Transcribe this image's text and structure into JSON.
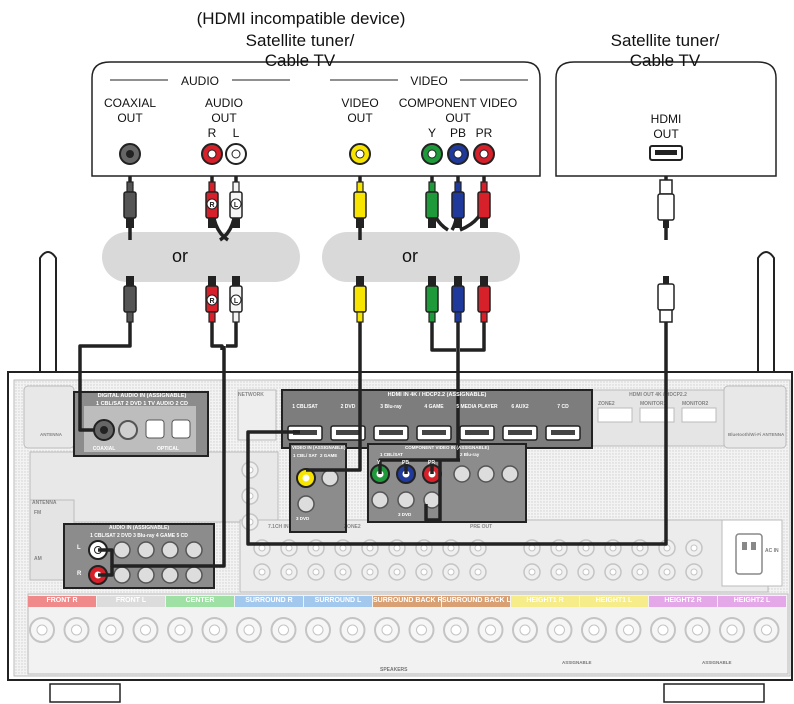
{
  "device_left": {
    "caption": "(HDMI incompatible device)",
    "title_line1": "Satellite tuner/",
    "title_line2": "Cable TV",
    "audio_group": "AUDIO",
    "video_group": "VIDEO",
    "coaxial_out_line1": "COAXIAL",
    "coaxial_out_line2": "OUT",
    "audio_out_line1": "AUDIO",
    "audio_out_line2": "OUT",
    "r": "R",
    "l": "L",
    "video_out_line1": "VIDEO",
    "video_out_line2": "OUT",
    "component_out_line1": "COMPONENT VIDEO",
    "component_out_line2": "OUT",
    "y": "Y",
    "pb": "PB",
    "pr": "PR"
  },
  "device_right": {
    "title_line1": "Satellite tuner/",
    "title_line2": "Cable TV",
    "hdmi_out_line1": "HDMI",
    "hdmi_out_line2": "OUT"
  },
  "or_label": "or",
  "plug_r": "R",
  "plug_l": "L",
  "receiver": {
    "digital_audio_in": "DIGITAL AUDIO IN (ASSIGNABLE)",
    "digital_sources": "1 CBL/SAT  2 DVD  1 TV AUDIO  2 CD",
    "coaxial": "COAXIAL",
    "optical": "OPTICAL",
    "network": "NETWORK",
    "hdmi_in": "HDMI IN  4K / HDCP2.2  (ASSIGNABLE)",
    "hdmi_sources": [
      "1 CBL/SAT",
      "2 DVD",
      "3 Blu-ray",
      "4 GAME",
      "5 MEDIA PLAYER",
      "6 AUX2",
      "7 CD"
    ],
    "hdmi_out": "HDMI OUT  4K / HDCP2.2",
    "zone2": "ZONE2",
    "monitor1": "MONITOR1",
    "monitor2": "MONITOR2",
    "video_in": "VIDEO IN (ASSIGNABLE)",
    "video_src1": "1 CBL/ SAT",
    "video_src2": "2 GAME",
    "video_src3": "3 DVD",
    "component_in": "COMPONENT VIDEO IN (ASSIGNABLE)",
    "comp_src1": "1 CBL/SAT",
    "comp_src2": "2 Blu-ray",
    "comp_src3": "3 DVD",
    "comp_y": "Y",
    "comp_pb": "PB",
    "comp_pr": "PR",
    "audio_in": "AUDIO IN (ASSIGNABLE)",
    "audio_sources": "1 CBL/SAT  2 DVD  3 Blu-ray  4 GAME  5 CD",
    "antenna": "ANTENNA",
    "fm": "FM",
    "am": "AM",
    "ac_in": "AC IN",
    "speakers": "SPEAKERS",
    "assignable": "ASSIGNABLE",
    "bt_antenna": "Bluetooth/Wi-Fi ANTENNA",
    "pre_out": "PRE OUT",
    "zone2_out": "ZONE2",
    "ch_in": "7.1CH IN",
    "speaker_labels": [
      "FRONT R",
      "FRONT L",
      "CENTER",
      "SURROUND R",
      "SURROUND L",
      "SURROUND BACK R",
      "SURROUND BACK L",
      "HEIGHT1 R",
      "HEIGHT1 L",
      "HEIGHT2 R",
      "HEIGHT2 L"
    ],
    "colors": {
      "front_r": "#f08a8a",
      "front_l": "#dcdcdc",
      "center": "#9fe0a4",
      "surround": "#a3c8ee",
      "surround_back": "#d9a074",
      "height1": "#f6ec8a",
      "height2": "#e4a8e8"
    }
  },
  "cable_colors": {
    "red": "#d6202a",
    "white": "#f4f4f4",
    "yellow": "#f7e400",
    "green": "#1f9a3a",
    "blue": "#1f3a9a",
    "black": "#222222"
  }
}
